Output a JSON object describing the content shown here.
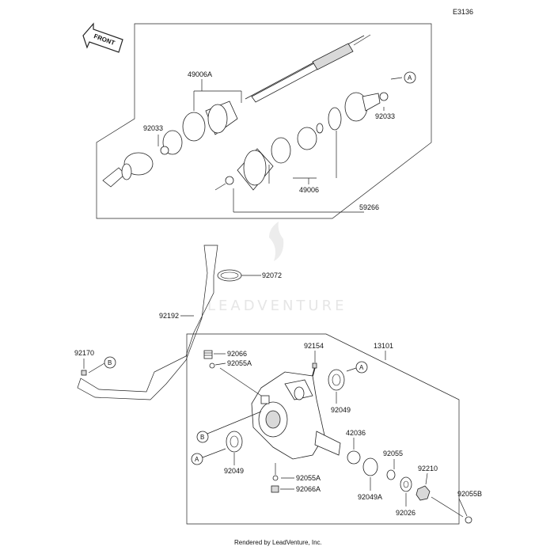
{
  "diagram_id": "E3136",
  "front_label": "FRONT",
  "watermark": "LEADVENTURE",
  "footer": "Rendered by LeadVenture, Inc.",
  "parts": {
    "p49006A": "49006A",
    "p92033_left": "92033",
    "p92033_right": "92033",
    "p49006": "49006",
    "p59266": "59266",
    "p92072": "92072",
    "p92192": "92192",
    "p92170": "92170",
    "p92066": "92066",
    "p92055A_top": "92055A",
    "p92154": "92154",
    "p13101": "13101",
    "p92049_upper": "92049",
    "p42036": "42036",
    "p92055": "92055",
    "p92210": "92210",
    "p92049_lower": "92049",
    "p92055A_bottom": "92055A",
    "p92066A": "92066A",
    "p92049A": "92049A",
    "p92026": "92026",
    "p92055B": "92055B"
  },
  "refs": {
    "a_top": "A",
    "a_diff_top": "A",
    "a_diff_left": "A",
    "b_hose": "B",
    "b_diff": "B"
  }
}
